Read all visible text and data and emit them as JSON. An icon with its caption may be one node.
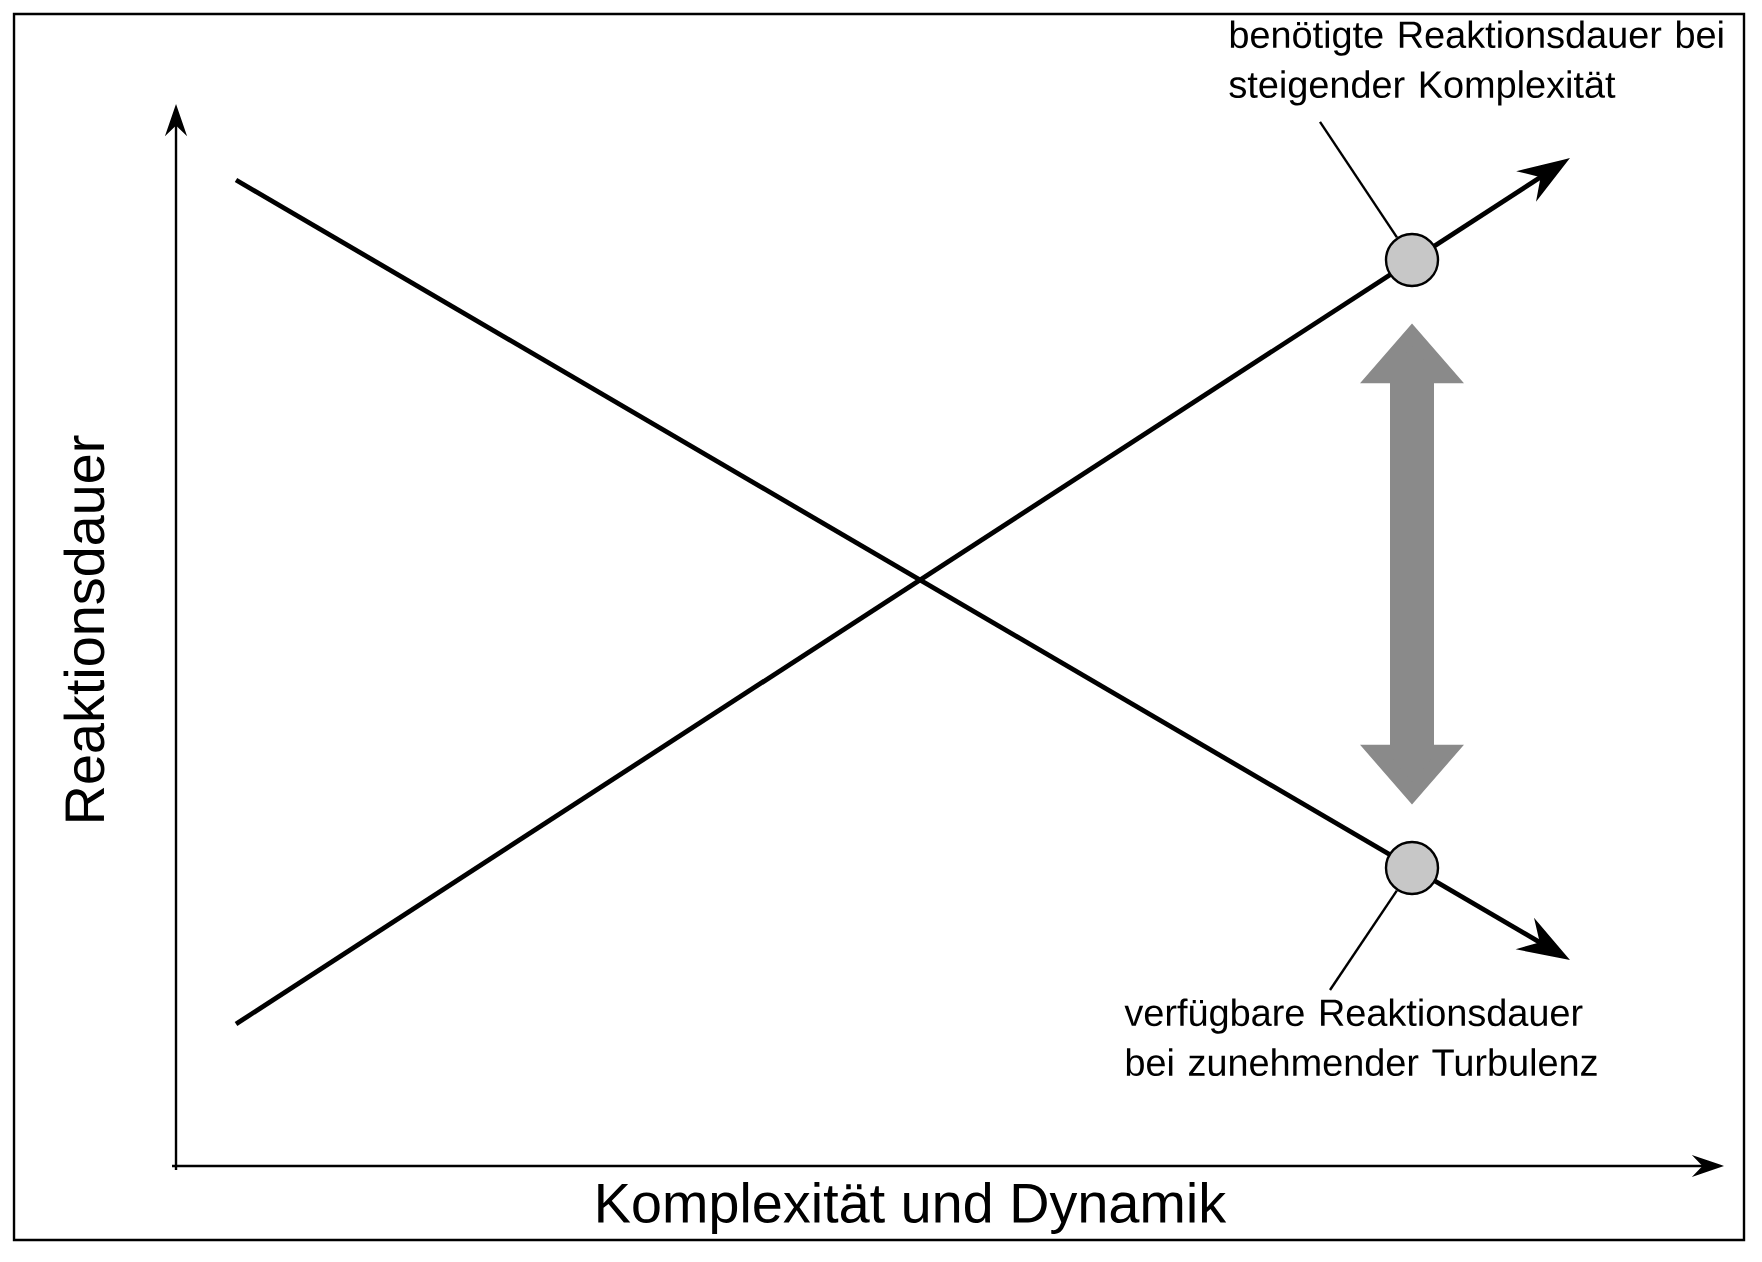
{
  "diagram": {
    "nodes": [
      {
        "text": [
          "benötigte Reaktionsdauer bei steigender Komplexität"
        ]
      },
      {
        "text": [],
        "shape": "circle"
      },
      {
        "text": [],
        "shape": "circle"
      },
      {
        "text": [
          "verfügbare Reaktionsdauer bei zunehmender Turbulenz"
        ]
      }
    ],
    "edges": [
      {
        "from": 0,
        "to": 1,
        "arrow": "none"
      },
      {
        "from": 1,
        "to": 2,
        "arrow": "both",
        "style": "thick",
        "color": "#8a8a8a"
      },
      {
        "from": 3,
        "to": 2,
        "arrow": "none"
      }
    ],
    "labels": [
      "Reaktionsdauer",
      "Komplexität und Dynamik"
    ]
  }
}
